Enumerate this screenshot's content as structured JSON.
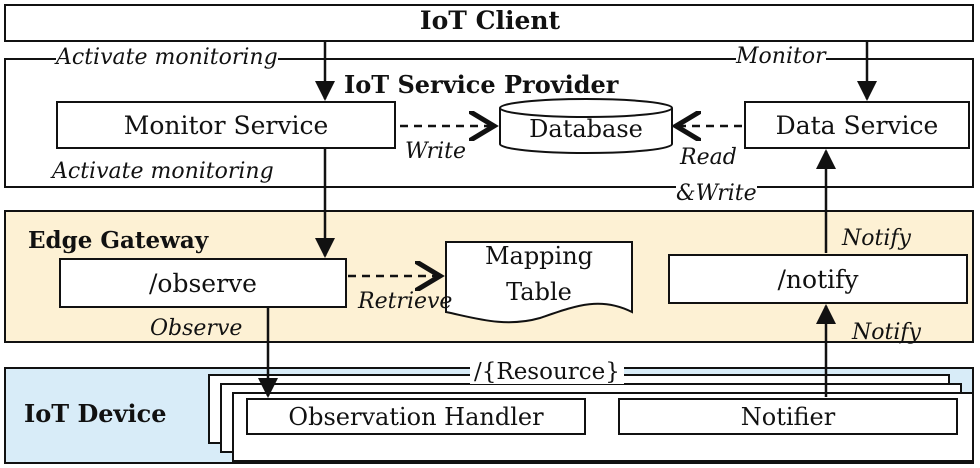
{
  "layers": {
    "client": "IoT Client",
    "provider": "IoT Service Provider",
    "gateway": "Edge Gateway",
    "device": "IoT Device"
  },
  "components": {
    "monitor_service": "Monitor Service",
    "database": "Database",
    "data_service": "Data Service",
    "observe": "/observe",
    "mapping_table_line1": "Mapping",
    "mapping_table_line2": "Table",
    "notify": "/notify",
    "resource": "/{Resource}",
    "observation_handler": "Observation Handler",
    "notifier": "Notifier"
  },
  "edge_labels": {
    "activate_monitoring_top": "Activate monitoring",
    "monitor": "Monitor",
    "write": "Write",
    "read_write_line1": "Read",
    "read_write_line2": "&Write",
    "activate_monitoring_mid": "Activate monitoring",
    "notify_upper": "Notify",
    "retrieve": "Retrieve",
    "observe": "Observe",
    "notify_lower": "Notify"
  },
  "colors": {
    "gateway_fill": "#fdf1d4",
    "device_fill": "#d8ecf8",
    "line": "#111111"
  }
}
